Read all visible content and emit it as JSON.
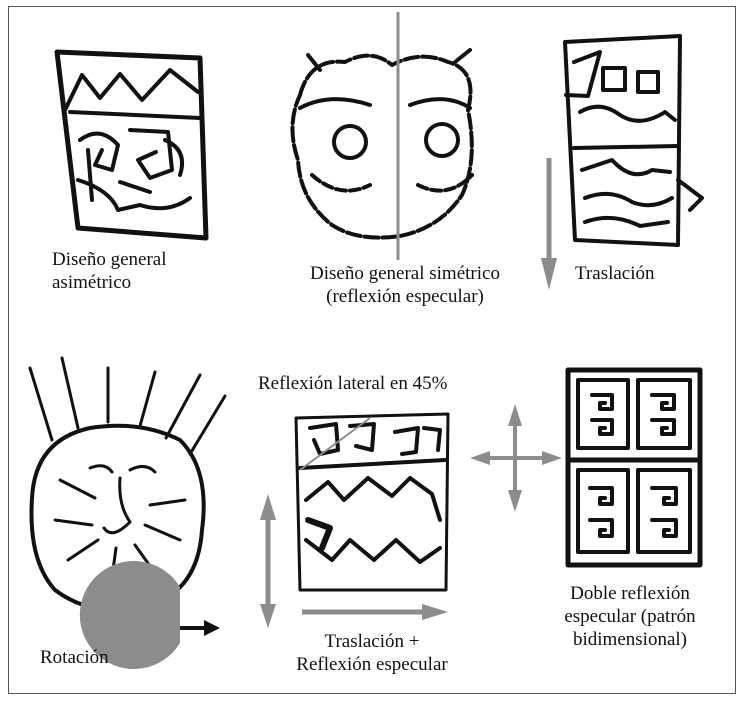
{
  "labels": {
    "asym_line1": "Diseño general",
    "asym_line2": "asimétrico",
    "sym_line1": "Diseño general simétrico",
    "sym_line2": "(reflexión especular)",
    "translation": "Traslación",
    "lateral": "Reflexión lateral en 45%",
    "rotation": "Rotación",
    "glide_line1": "Traslación +",
    "glide_line2": "Reflexión especular",
    "double_line1": "Doble reflexión",
    "double_line2": "especular (patrón",
    "double_line3": "bidimensional)"
  },
  "colors": {
    "ink": "#111111",
    "arrow_gray": "#8c8c8c",
    "frame": "#555555"
  },
  "icons": [
    "mirror-axis-icon",
    "down-arrow-icon",
    "pacman-rotation-icon",
    "four-way-arrow-icon"
  ]
}
